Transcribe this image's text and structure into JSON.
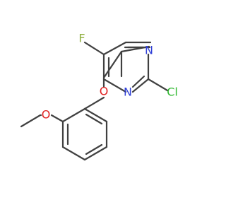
{
  "molecule": {
    "atoms": {
      "fluorine": "F",
      "nitrogen_1": "N",
      "nitrogen_2": "N",
      "chlorine": "Cl",
      "oxygen_ether": "O",
      "oxygen_methoxy": "O"
    },
    "colors": {
      "fluorine": "#90b040",
      "nitrogen": "#3040d8",
      "chlorine": "#2eb82e",
      "oxygen": "#e02020",
      "bond": "#404040"
    }
  }
}
